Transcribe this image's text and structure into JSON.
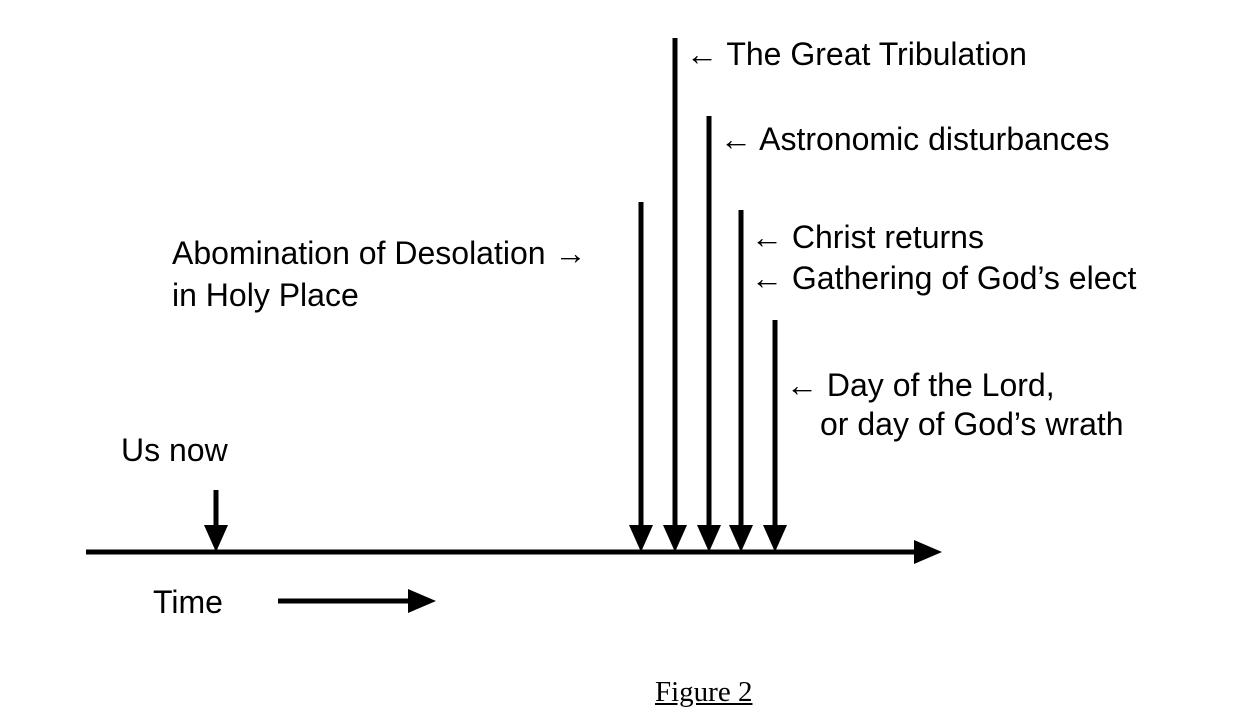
{
  "labels": {
    "great_tribulation": "← The Great Tribulation",
    "astronomic": "← Astronomic disturbances",
    "christ_returns": "← Christ returns",
    "gathering": "← Gathering of God’s elect",
    "abomination_line1": "Abomination of Desolation →",
    "abomination_line2": "in Holy Place",
    "day_of_lord_line1": "← Day of the Lord,",
    "day_of_lord_line2": "or day of God’s wrath",
    "us_now": "Us now",
    "time": "Time"
  },
  "caption": "Figure 2",
  "colors": {
    "ink": "#000000",
    "background": "#ffffff"
  }
}
